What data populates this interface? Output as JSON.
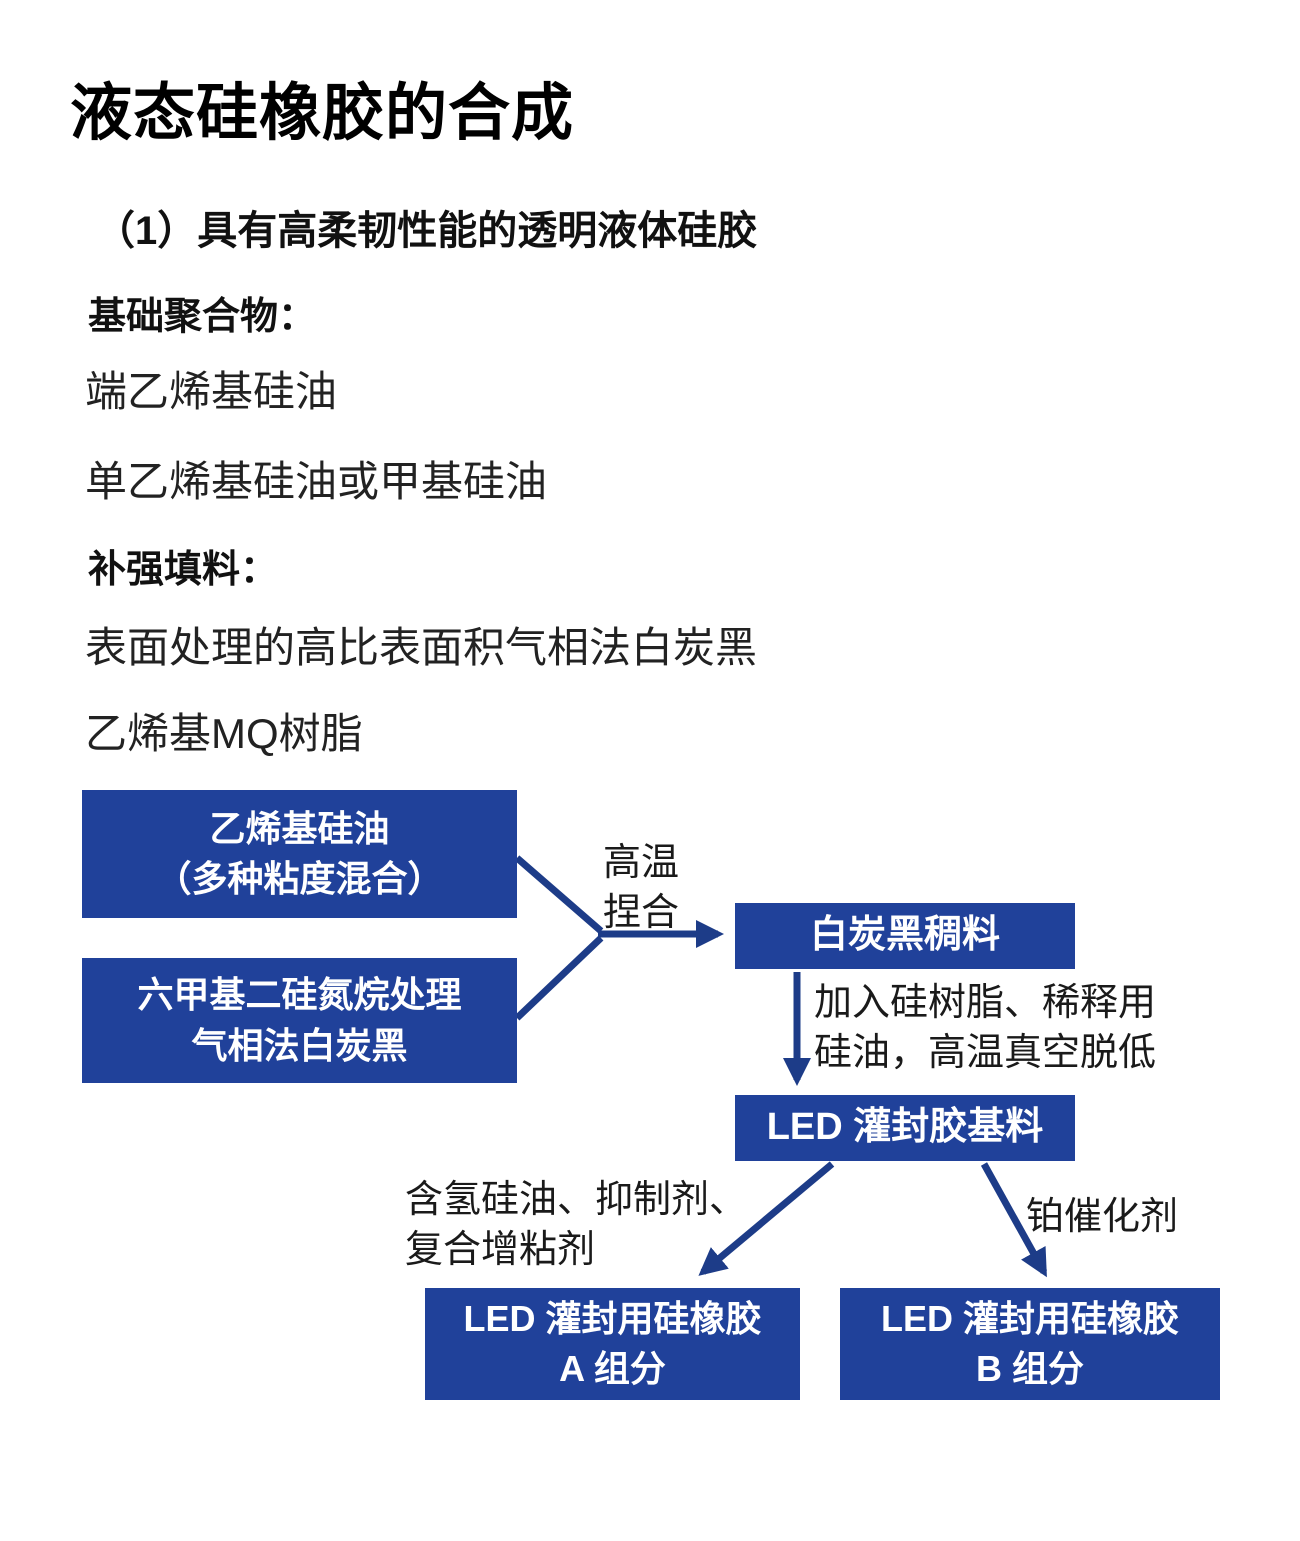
{
  "doc": {
    "title": "液态硅橡胶的合成",
    "subtitle": "（1）具有高柔韧性能的透明液体硅胶",
    "base_polymer_heading": "基础聚合物：",
    "base_polymer_items": [
      "端乙烯基硅油",
      "单乙烯基硅油或甲基硅油"
    ],
    "filler_heading": "补强填料：",
    "filler_items": [
      "表面处理的高比表面积气相法白炭黑",
      "乙烯基MQ树脂"
    ]
  },
  "flowchart": {
    "colors": {
      "box": "#20419a",
      "arrow": "#1d3c88"
    },
    "nodes": {
      "vinyl_oil": {
        "line1": "乙烯基硅油",
        "line2": "（多种粘度混合）"
      },
      "treated_silica": {
        "line1": "六甲基二硅氮烷处理",
        "line2": "气相法白炭黑"
      },
      "silica_paste": {
        "label": "白炭黑稠料"
      },
      "led_base": {
        "label": "LED 灌封胶基料"
      },
      "component_a": {
        "line1": "LED 灌封用硅橡胶",
        "line2": "A 组分"
      },
      "component_b": {
        "line1": "LED 灌封用硅橡胶",
        "line2": "B 组分"
      }
    },
    "edge_labels": {
      "kneading": {
        "line1": "高温",
        "line2": "捏合"
      },
      "dilute": {
        "line1": "加入硅树脂、稀释用",
        "line2": "硅油，高温真空脱低"
      },
      "crosslinker": {
        "line1": "含氢硅油、抑制剂、",
        "line2": "复合增粘剂"
      },
      "catalyst": {
        "label": "铂催化剂"
      }
    }
  }
}
